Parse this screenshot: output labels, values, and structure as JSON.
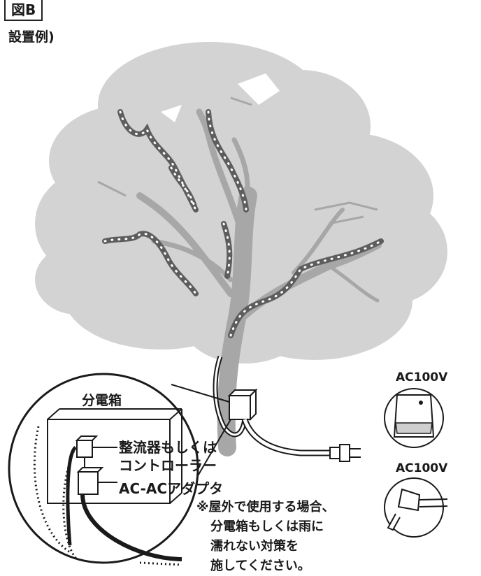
{
  "figure_label": "図B",
  "subtitle": "設置例)",
  "diagram": {
    "distribution_box_label": "分電箱",
    "rectifier_label_line1": "整流器もしくは",
    "rectifier_label_line2": "コントローラー",
    "adapter_label": "AC-ACアダプタ",
    "note_lines": [
      "※屋外で使用する場合、",
      "分電箱もしくは雨に",
      "濡れない対策を",
      "施してください。"
    ],
    "outlet_labels": [
      "AC100V",
      "AC100V"
    ]
  },
  "colors": {
    "foliage": "#d3d3d3",
    "trunk": "#a7a7a7",
    "light_strip": "#5d5d5d",
    "ink": "#1a1a1a"
  }
}
